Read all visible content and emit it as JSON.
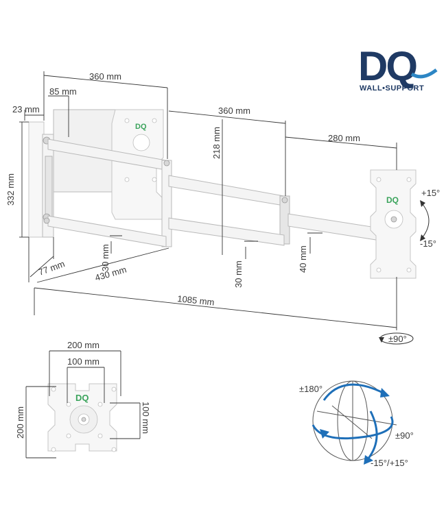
{
  "brand": {
    "logo_text": "DQ",
    "tagline": "WALL•SUPPORT",
    "colors": {
      "logo_navy": "#1f3a64",
      "logo_blue": "#2d86c4",
      "plate_logo_green": "#3aa35b"
    }
  },
  "plate_logo": "DQ",
  "dimensions": {
    "arm1_length": "360 mm",
    "arm2_length": "360 mm",
    "head_arm_length": "280 mm",
    "wall_plate_to_arm": "85 mm",
    "wall_plate_depth": "23 mm",
    "wall_plate_height": "332 mm",
    "arm_spacing": "218 mm",
    "bar_thickness_1": "30 mm",
    "bar_thickness_2": "30 mm",
    "head_bar_thickness": "40 mm",
    "wall_plate_width": "77 mm",
    "fold_depth": "430 mm",
    "max_extension": "1085 mm"
  },
  "tilt": {
    "up": "+15°",
    "down": "-15°"
  },
  "swivel": "±90°",
  "vesa": {
    "outer_width": "200 mm",
    "inner_width": "100 mm",
    "outer_height": "200 mm",
    "inner_height": "100 mm"
  },
  "rotation_diagram": {
    "rotate": "±180°",
    "swivel": "±90°",
    "tilt": "-15°/+15°"
  },
  "icons": [
    "rotation-arrow-icon",
    "swivel-arrow-icon",
    "globe-rotation-icon"
  ]
}
